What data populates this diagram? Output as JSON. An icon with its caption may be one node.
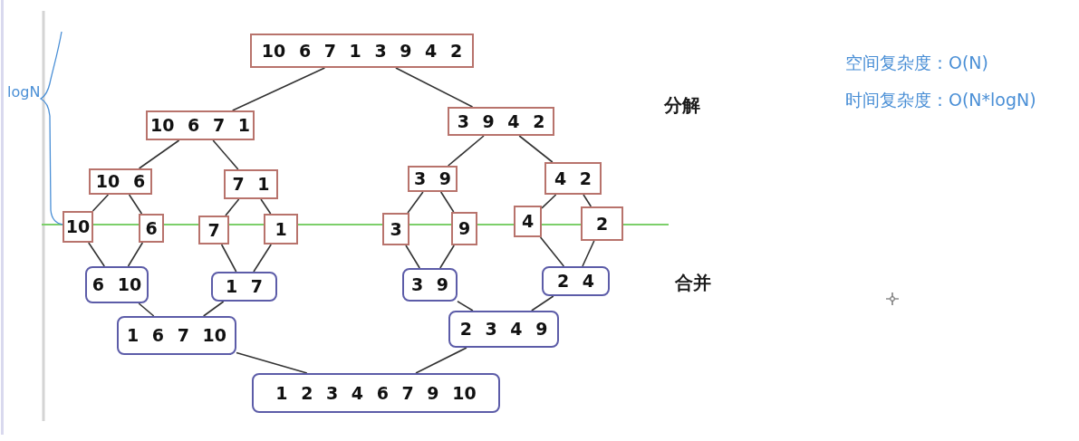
{
  "diagram": {
    "nodes": [
      {
        "text": [
          "10 6 7 1 3 9 4 2"
        ]
      },
      {
        "text": [
          "10 6 7 1"
        ]
      },
      {
        "text": [
          "3 9 4 2"
        ]
      },
      {
        "text": [
          "10 6"
        ]
      },
      {
        "text": [
          "7 1"
        ]
      },
      {
        "text": [
          "3 9"
        ]
      },
      {
        "text": [
          "4 2"
        ]
      },
      {
        "text": [
          "10"
        ]
      },
      {
        "text": [
          "6"
        ]
      },
      {
        "text": [
          "7"
        ]
      },
      {
        "text": [
          "1"
        ]
      },
      {
        "text": [
          "3"
        ]
      },
      {
        "text": [
          "9"
        ]
      },
      {
        "text": [
          "4"
        ]
      },
      {
        "text": [
          "2"
        ]
      },
      {
        "text": [
          "6 10"
        ]
      },
      {
        "text": [
          "1 7"
        ]
      },
      {
        "text": [
          "3 9"
        ]
      },
      {
        "text": [
          "2 4"
        ]
      },
      {
        "text": [
          "1 6 7 10"
        ]
      },
      {
        "text": [
          "2 3 4 9"
        ]
      },
      {
        "text": [
          "1 2 3 4 6 7 9 10"
        ]
      }
    ],
    "edges": [
      {
        "from": 0,
        "to": 1,
        "arrow": "none"
      },
      {
        "from": 0,
        "to": 2,
        "arrow": "none"
      },
      {
        "from": 1,
        "to": 3,
        "arrow": "none"
      },
      {
        "from": 1,
        "to": 4,
        "arrow": "none"
      },
      {
        "from": 2,
        "to": 5,
        "arrow": "none"
      },
      {
        "from": 2,
        "to": 6,
        "arrow": "none"
      },
      {
        "from": 3,
        "to": 7,
        "arrow": "none"
      },
      {
        "from": 3,
        "to": 8,
        "arrow": "none"
      },
      {
        "from": 4,
        "to": 9,
        "arrow": "none"
      },
      {
        "from": 4,
        "to": 10,
        "arrow": "none"
      },
      {
        "from": 5,
        "to": 11,
        "arrow": "none"
      },
      {
        "from": 5,
        "to": 12,
        "arrow": "none"
      },
      {
        "from": 6,
        "to": 13,
        "arrow": "none"
      },
      {
        "from": 6,
        "to": 14,
        "arrow": "none"
      },
      {
        "from": 7,
        "to": 15,
        "arrow": "none"
      },
      {
        "from": 8,
        "to": 15,
        "arrow": "none"
      },
      {
        "from": 9,
        "to": 16,
        "arrow": "none"
      },
      {
        "from": 10,
        "to": 16,
        "arrow": "none"
      },
      {
        "from": 11,
        "to": 17,
        "arrow": "none"
      },
      {
        "from": 12,
        "to": 17,
        "arrow": "none"
      },
      {
        "from": 13,
        "to": 18,
        "arrow": "none"
      },
      {
        "from": 14,
        "to": 18,
        "arrow": "none"
      },
      {
        "from": 15,
        "to": 19,
        "arrow": "none"
      },
      {
        "from": 16,
        "to": 19,
        "arrow": "none"
      },
      {
        "from": 17,
        "to": 20,
        "arrow": "none"
      },
      {
        "from": 18,
        "to": 20,
        "arrow": "none"
      },
      {
        "from": 19,
        "to": 21,
        "arrow": "none"
      },
      {
        "from": 20,
        "to": 21,
        "arrow": "none"
      }
    ],
    "labels": [
      "空间复杂度：O(N)",
      "logN",
      "时间复杂度：O(N*logN)",
      "分解",
      "合并"
    ]
  }
}
